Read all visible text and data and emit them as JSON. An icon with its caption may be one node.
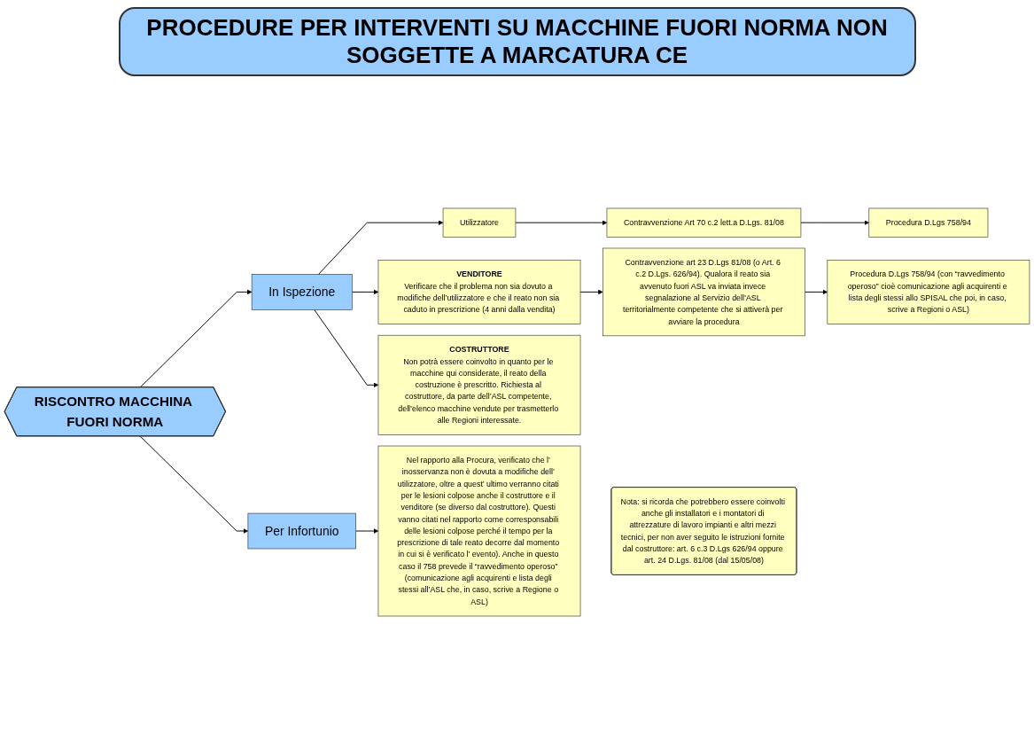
{
  "diagram": {
    "title": "PROCEDURE PER INTERVENTI SU MACCHINE FUORI NORMA NON SOGGETTE A MARCATURA CE",
    "nodes": [
      {
        "text": [
          "RISCONTRO MACCHINA FUORI NORMA"
        ]
      },
      {
        "text": [
          "In Ispezione"
        ]
      },
      {
        "text": [
          "Per Infortunio"
        ]
      },
      {
        "text": [
          "Utilizzatore"
        ]
      },
      {
        "text": [
          "Contravvenzione Art 70 c.2 lett.a D.Lgs. 81/08"
        ]
      },
      {
        "text": [
          "Procedura D.Lgs 758/94"
        ]
      },
      {
        "text": [
          "VENDITORE",
          "Verificare che il problema non sia dovuto a modifiche dell’utilizzatore e che il reato non sia caduto in prescrizione (4 anni dalla vendita)"
        ]
      },
      {
        "text": [
          "Contravvenzione art 23 D.Lgs 81/08 (o Art. 6 c.2 D.Lgs. 626/94). Qualora il reato sia avvenuto fuori ASL va inviata invece segnalazione al Servizio dell’ASL territorialmente competente che si attiverà per avviare la procedura"
        ]
      },
      {
        "text": [
          "Procedura D.Lgs 758/94 (con “ravvedimento operoso” cioè comunicazione agli acquirenti e lista degli stessi allo SPISAL che poi, in caso, scrive a Regioni o ASL)"
        ]
      },
      {
        "text": [
          "COSTRUTTORE",
          "Non potrà essere coinvolto in quanto per le macchine qui considerate, il reato della costruzione è prescritto. Richiesta al costruttore, da parte dell’ASL competente, dell’elenco macchine vendute per trasmetterlo alle Regioni interessate."
        ]
      },
      {
        "text": [
          "Nel rapporto alla Procura, verificato che l’ inosservanza non è dovuta a modifiche dell’ utilizzatore, oltre a quest’ ultimo verranno citati per le lesioni colpose anche il costruttore e il venditore (se diverso dal costruttore). Questi vanno citati nel rapporto come corresponsabili delle lesioni colpose perché il tempo per la prescrizione di tale reato decorre dal momento in cui si è verificato l’ evento). Anche in questo caso il 758 prevede il “ravvedimento operoso” (comunicazione agli acquirenti e lista degli stessi all’ASL che, in caso, scrive a Regione o ASL)"
        ]
      },
      {
        "text": [
          "Nota: si ricorda che potrebbero essere coinvolti anche gli installatori e i montatori di attrezzature di lavoro impianti e altri mezzi tecnici, per non aver seguito le istruzioni fornite dal costruttore: art. 6 c.3 D.Lgs 626/94 oppure art. 24 D.Lgs. 81/08 (dal 15/05/08)"
        ]
      }
    ],
    "edges": [
      {
        "from": 0,
        "to": 1,
        "arrow": "to"
      },
      {
        "from": 0,
        "to": 2,
        "arrow": "to"
      },
      {
        "from": 1,
        "to": 3,
        "arrow": "to"
      },
      {
        "from": 1,
        "to": 6,
        "arrow": "to"
      },
      {
        "from": 1,
        "to": 9,
        "arrow": "to"
      },
      {
        "from": 3,
        "to": 4,
        "arrow": "to"
      },
      {
        "from": 4,
        "to": 5,
        "arrow": "to"
      },
      {
        "from": 6,
        "to": 7,
        "arrow": "to"
      },
      {
        "from": 7,
        "to": 8,
        "arrow": "to"
      },
      {
        "from": 2,
        "to": 10,
        "arrow": "to"
      }
    ]
  }
}
